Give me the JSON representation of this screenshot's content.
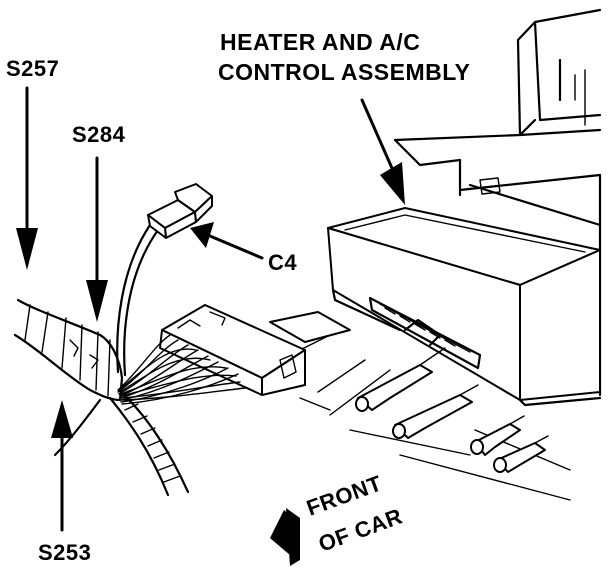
{
  "labels": {
    "heater_line1": "HEATER AND A/C",
    "heater_line2": "CONTROL ASSEMBLY",
    "s257": "S257",
    "s284": "S284",
    "c4": "C4",
    "s253": "S253",
    "front_line1": "FRONT",
    "front_line2": "OF CAR"
  },
  "icons": {
    "front_arrow": "front-direction-arrow-icon",
    "callout_arrows": "callout-arrow-icon"
  }
}
